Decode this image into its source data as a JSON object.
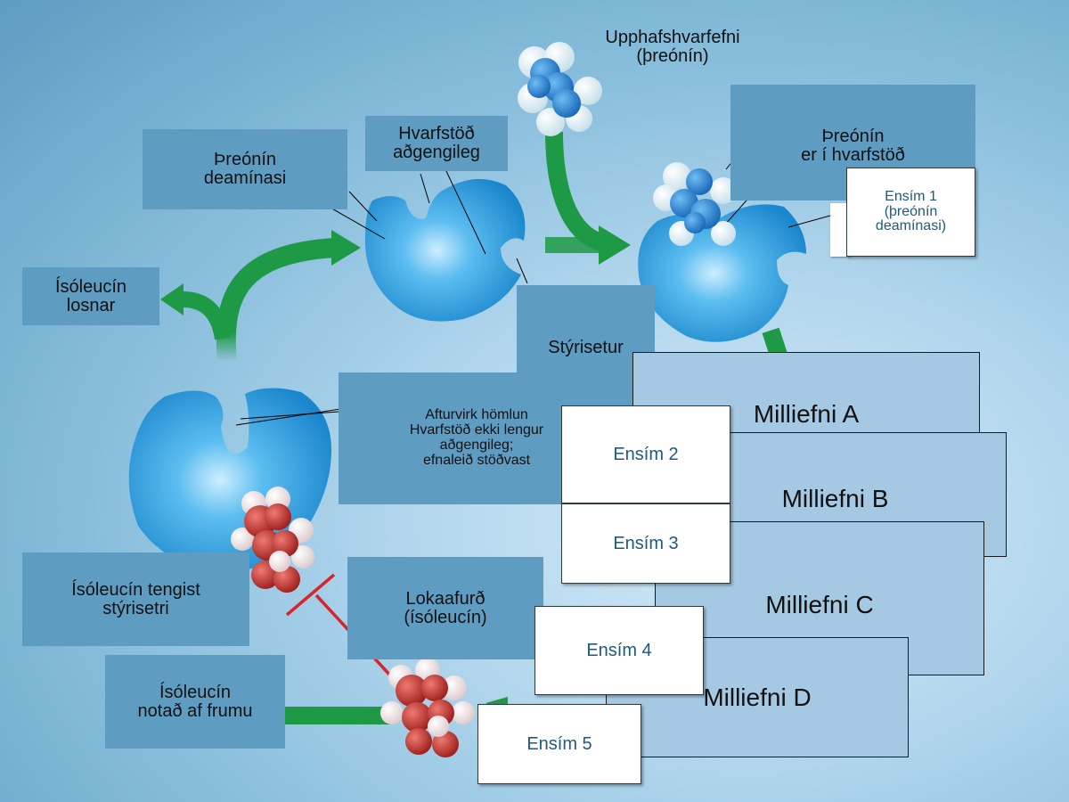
{
  "labels": {
    "initial_substrate": [
      "Upphafshvarfefni",
      "(þreónín)"
    ],
    "threonine_deaminase": [
      "Þreónín",
      "deamínasi"
    ],
    "active_site_available": [
      "Hvarfstöð",
      "aðgengileg"
    ],
    "threonine_in_active_site": [
      "Þreónín",
      "er í hvarfstöð"
    ],
    "isoleucine_released": [
      "Ísóleucín",
      "losnar"
    ],
    "allosteric_site": "Stýrisetur",
    "feedback_inhibition": [
      "Afturvirk hömlun",
      "Hvarfstöð ekki lengur",
      "aðgengileg;",
      "efnaleið stöðvast"
    ],
    "isoleucine_binds": [
      "Ísóleucín tengist",
      "stýrisetri"
    ],
    "end_product": [
      "Lokaafurð",
      "(ísóleucín)"
    ],
    "isoleucine_used": [
      "Ísóleucín",
      "notað af frumu"
    ]
  },
  "enzymes": {
    "enzyme1": [
      "Ensím 1",
      "(þreónín",
      "deamínasi)"
    ],
    "enzyme2": "Ensím 2",
    "enzyme3": "Ensím 3",
    "enzyme4": "Ensím 4",
    "enzyme5": "Ensím 5"
  },
  "intermediates": {
    "a": "Milliefni A",
    "b": "Milliefni B",
    "c": "Milliefni C",
    "d": "Milliefni D"
  },
  "colors": {
    "enzyme": "#3ca6e0",
    "arrow": "#1e9a47",
    "inhibition": "#d9252a",
    "threonine": "#2b8ad4",
    "isoleucine": "#c0302b",
    "label_box": "#5f9cc2"
  }
}
